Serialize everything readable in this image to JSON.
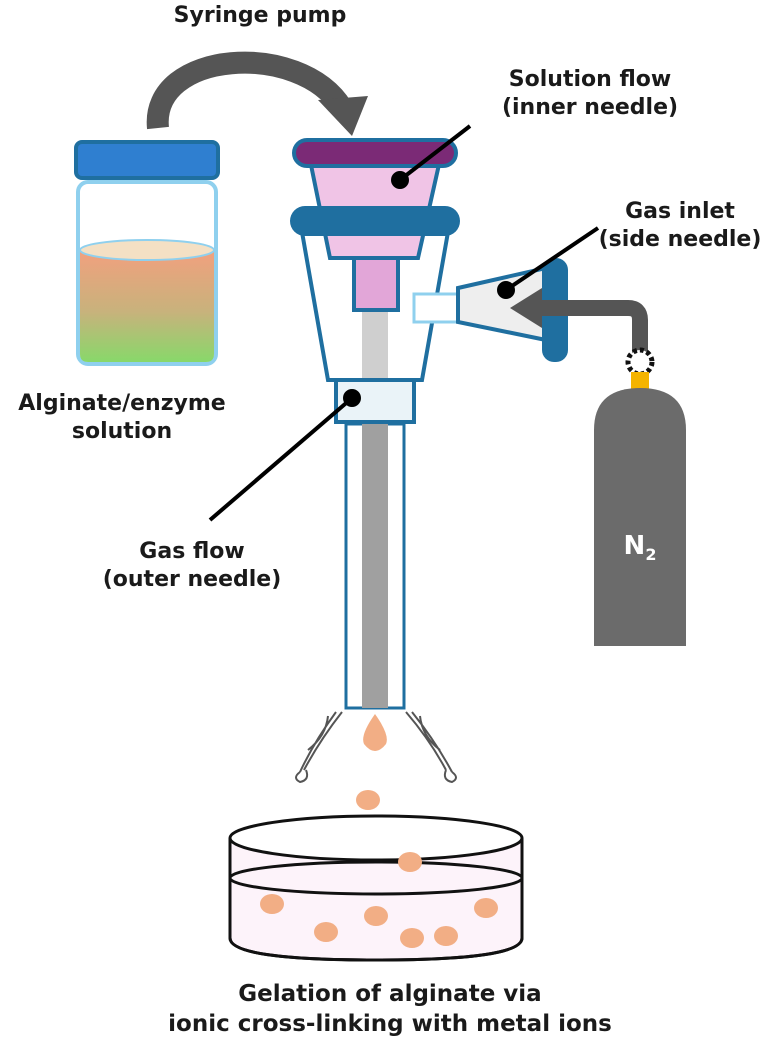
{
  "labels": {
    "syringe_pump": "Syringe pump",
    "solution_flow": [
      "Solution flow",
      "(inner needle)"
    ],
    "gas_inlet": [
      "Gas inlet",
      "(side needle)"
    ],
    "alginate_solution": [
      "Alginate/enzyme",
      "solution"
    ],
    "gas_flow": [
      "Gas flow",
      "(outer needle)"
    ],
    "nitrogen": "N",
    "nitrogen_subscript": "2",
    "gelation": [
      "Gelation of alginate via",
      "ionic cross-linking with metal ions"
    ]
  },
  "colors": {
    "cap_blue": "#2f7fd0",
    "outline_blue": "#8fd0ee",
    "needle_blue": "#1f6fa0",
    "syringe_pink": "#f0c4e6",
    "plunger_purple": "#7b2a76",
    "droplet": "#f2ae85",
    "gas_cylinder": "#6b6b6b",
    "valve_yellow": "#f5b400",
    "arrow_gray": "#555555"
  }
}
